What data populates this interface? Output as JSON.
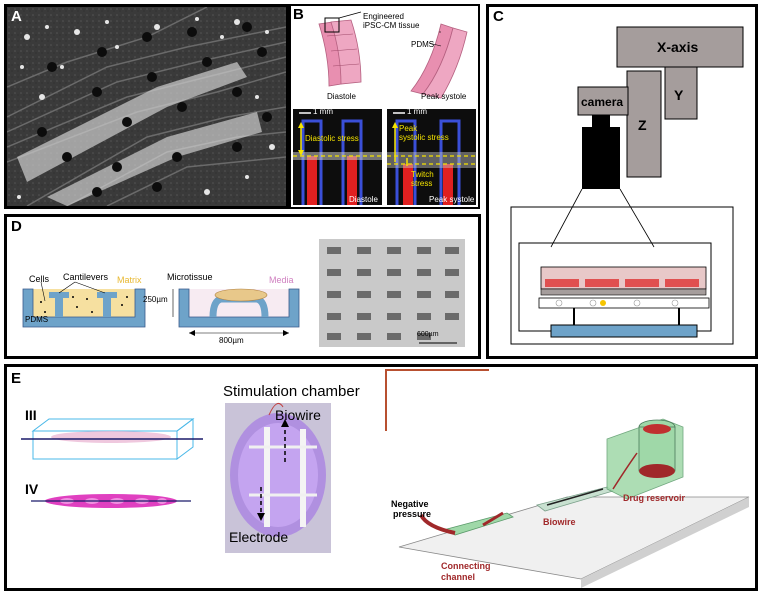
{
  "panels": {
    "A": {
      "label": "A"
    },
    "B": {
      "label": "B",
      "engineered": "Engineered",
      "tissue": "iPSC-CM tissue",
      "pdms": "PDMS",
      "diastole_top": "Diastole",
      "peak_systole_top": "Peak systole",
      "scale_left": "1 mm",
      "scale_right": "1 mm",
      "diastolic_stress": "Diastolic stress",
      "peak": "Peak",
      "systolic_stress": "systolic stress",
      "twitch": "Twitch",
      "stress": "stress",
      "diastole_bottom": "Diastole",
      "peak_systole_bottom": "Peak systole"
    },
    "C": {
      "label": "C",
      "x_axis": "X-axis",
      "y": "Y",
      "z": "Z",
      "camera": "camera"
    },
    "D": {
      "label": "D",
      "cells": "Cells",
      "cantilevers": "Cantilevers",
      "matrix": "Matrix",
      "pdms": "PDMS",
      "microtissue": "Microtissue",
      "media": "Media",
      "dim_250": "250µm",
      "dim_800": "800µm",
      "scale_600": "600µm"
    },
    "E": {
      "label": "E",
      "roman_iii": "III",
      "roman_iv": "IV",
      "stim_title": "Stimulation chamber",
      "biowire": "Biowire",
      "electrode": "Electrode",
      "negative": "Negative",
      "pressure": "pressure",
      "biowire_chip": "Biowire",
      "drug_reservoir": "Drug reservoir",
      "connecting": "Connecting",
      "channel": "channel"
    }
  },
  "colors": {
    "tissue_pink": "#e88fb0",
    "pillar_blue": "#3a4fd8",
    "pillar_red": "#e02020",
    "stress_yellow": "#f5e400",
    "stage_gray": "#a59d9c",
    "well_blue": "#6ea3c9",
    "matrix_yellow": "#f6e0a0",
    "chip_green": "#9fd8a8",
    "channel_red": "#a0282a"
  }
}
